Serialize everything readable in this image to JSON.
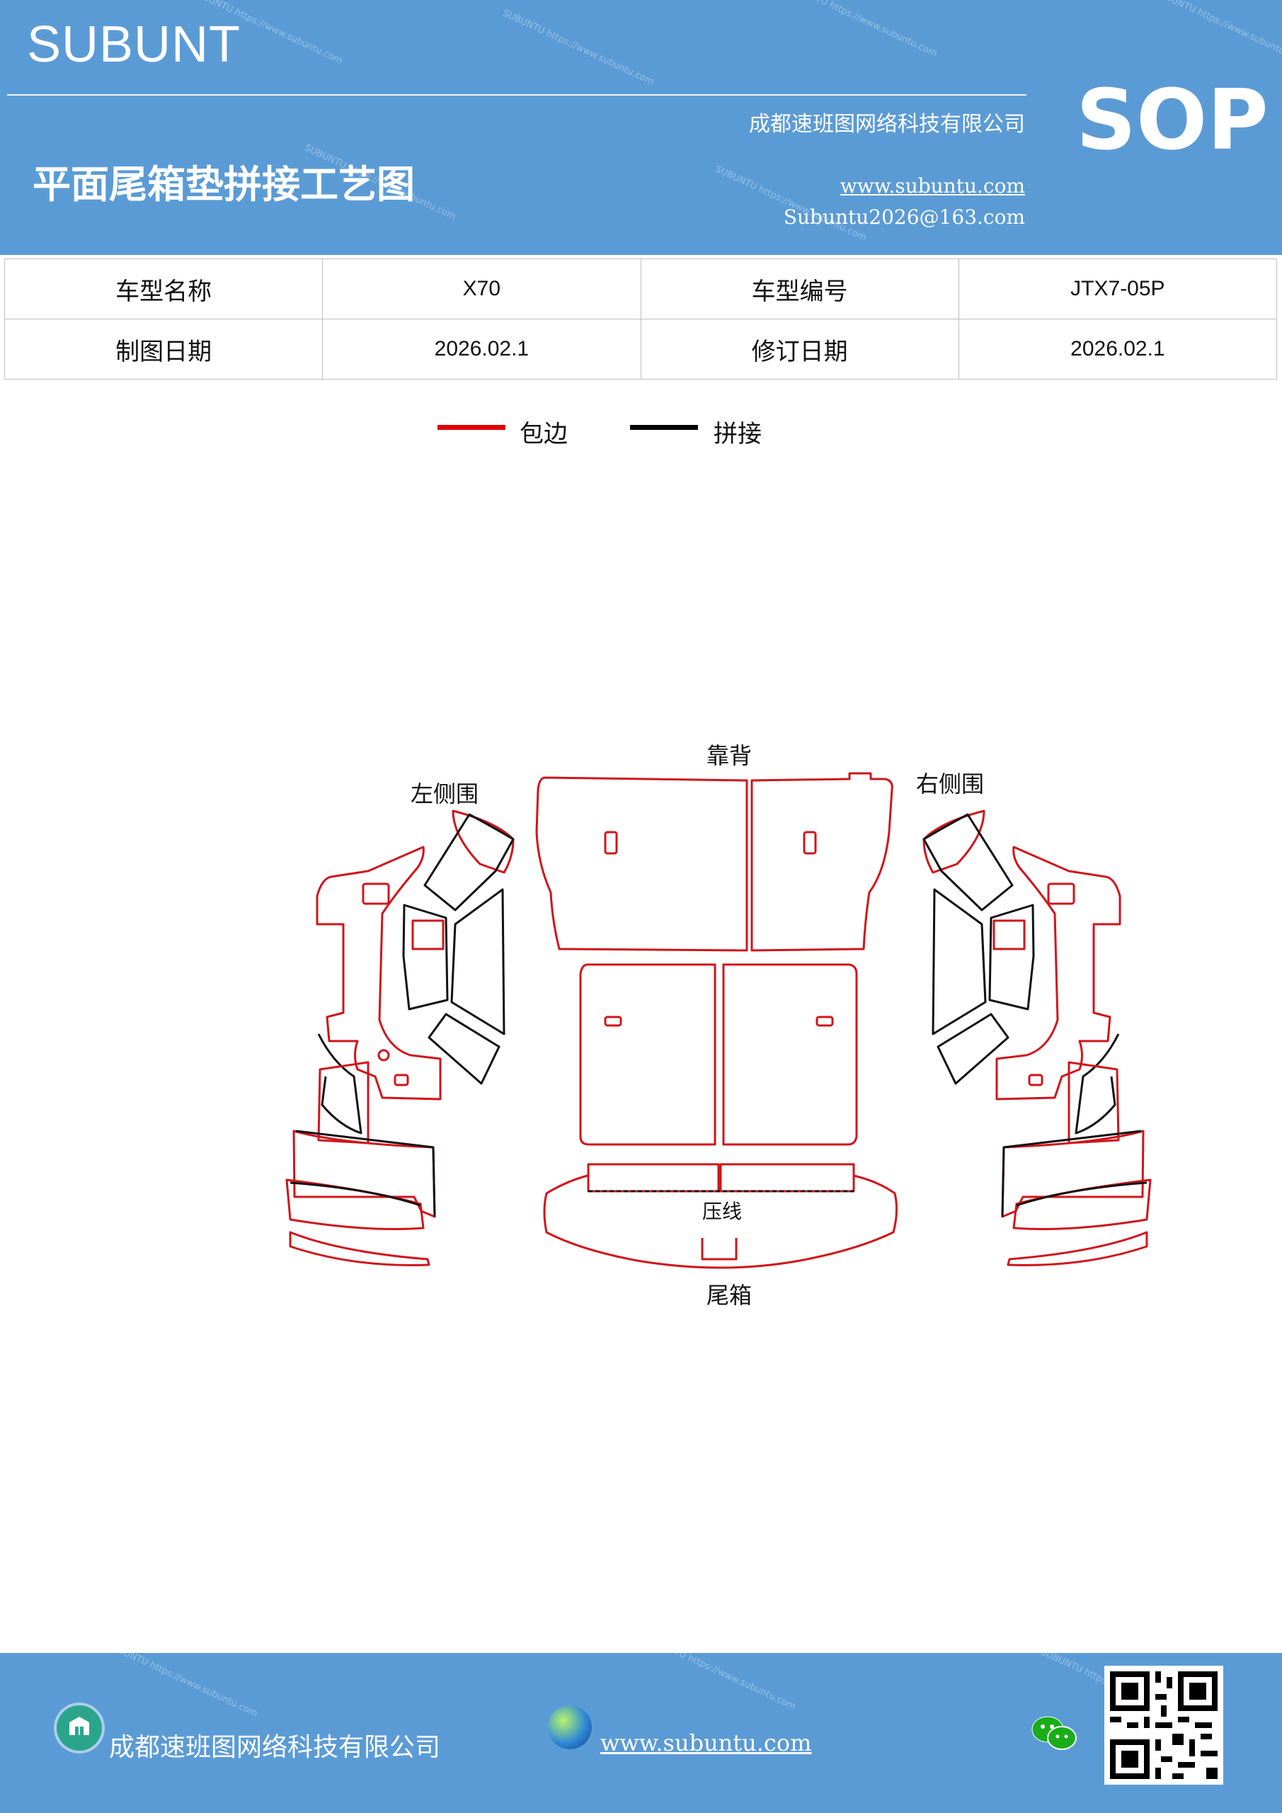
{
  "header": {
    "brand": "SUBUNT",
    "sop": "SOP",
    "company": "成都速班图网络科技有限公司",
    "title": "平面尾箱垫拼接工艺图",
    "url": "www.subuntu.com",
    "email": "Subuntu2026@163.com"
  },
  "info_table": {
    "row1": {
      "label1": "车型名称",
      "value1": "X70",
      "label2": "车型编号",
      "value2": "JTX7-05P"
    },
    "row2": {
      "label1": "制图日期",
      "value1": "2026.02.1",
      "label2": "修订日期",
      "value2": "2026.02.1"
    }
  },
  "legend": [
    {
      "label": "包边",
      "color": "#e00000"
    },
    {
      "label": "拼接",
      "color": "#000000"
    }
  ],
  "diagram": {
    "labels": {
      "backrest": "靠背",
      "left_side": "左侧围",
      "right_side": "右侧围",
      "press_line": "压线",
      "trunk": "尾箱"
    },
    "colors": {
      "edge": "#d0151b",
      "seam": "#111111"
    }
  },
  "footer": {
    "company": "成都速班图网络科技有限公司",
    "url": "www.subuntu.com"
  },
  "colors": {
    "header_bg": "#5b9bd5",
    "footer_bg": "#5b9bd5"
  },
  "icons": [
    "building-icon",
    "globe-icon",
    "wechat-icon",
    "qr-code"
  ]
}
